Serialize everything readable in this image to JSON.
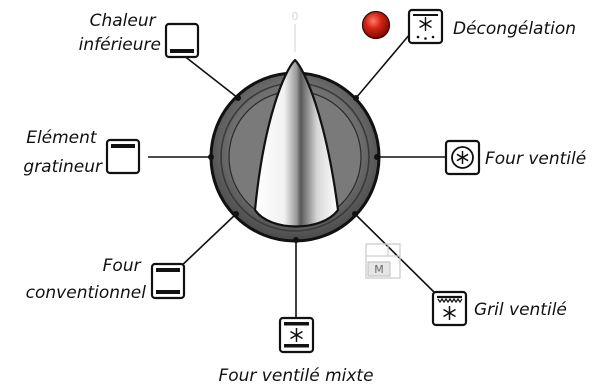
{
  "dial": {
    "zero_mark": "0",
    "memory_badge": "M",
    "indicator_light_color": "#cc1a10"
  },
  "functions": [
    {
      "key": "bottom_heat",
      "label_lines": [
        "Chaleur",
        "inférieure"
      ],
      "icon": "bottom-heat-icon"
    },
    {
      "key": "defrost",
      "label_lines": [
        "Décongélation"
      ],
      "icon": "defrost-icon"
    },
    {
      "key": "top_grill",
      "label_lines": [
        "Elément",
        "gratineur"
      ],
      "icon": "top-element-icon"
    },
    {
      "key": "fan_oven",
      "label_lines": [
        "Four ventilé"
      ],
      "icon": "fan-icon"
    },
    {
      "key": "conventional",
      "label_lines": [
        "Four",
        "conventionnel"
      ],
      "icon": "conventional-oven-icon"
    },
    {
      "key": "fan_grill",
      "label_lines": [
        "Gril ventilé"
      ],
      "icon": "fan-grill-icon"
    },
    {
      "key": "fan_mixed",
      "label_lines": [
        "Four ventilé mixte"
      ],
      "icon": "fan-mixed-icon"
    }
  ]
}
